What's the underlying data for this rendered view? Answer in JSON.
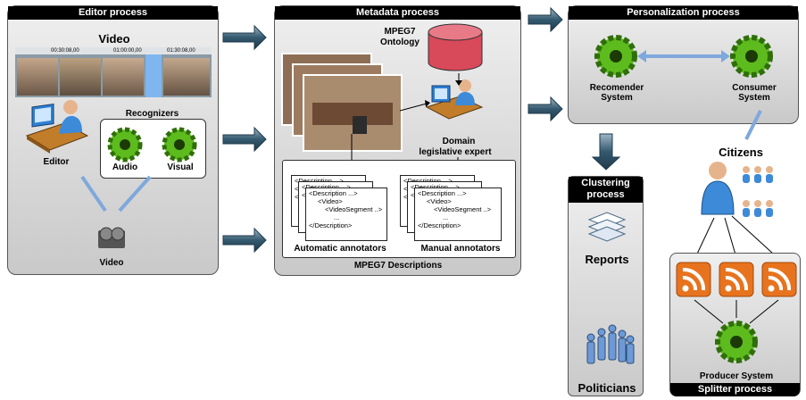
{
  "editor": {
    "title": "Editor process",
    "video_label": "Video",
    "timecodes": [
      "00:30:08,00",
      "01:00:00,00",
      "01:30:08,00"
    ],
    "recognizers": "Recognizers",
    "audio": "Audio",
    "visual": "Visual",
    "editor_label": "Editor",
    "video_bottom": "Video"
  },
  "metadata": {
    "title": "Metadata process",
    "ontology_line1": "MPEG7",
    "ontology_line2": "Ontology",
    "expert_line1": "Domain",
    "expert_line2": "legislative expert",
    "auto": "Automatic annotators",
    "manual": "Manual annotators",
    "descriptions": "MPEG7 Descriptions",
    "doc_lines": [
      "<Description ...>",
      "<Description ...>",
      "<Description ...>",
      "<Video>",
      "<VideoSegment ..>",
      "...",
      "</Description>"
    ],
    "doc_side": [
      "<D",
      "<D",
      "<"
    ]
  },
  "personalization": {
    "title": "Personalization process",
    "recommender_line1": "Recomender",
    "recommender_line2": "System",
    "consumer_line1": "Consumer",
    "consumer_line2": "System"
  },
  "clustering": {
    "title_line1": "Clustering",
    "title_line2": "process",
    "reports": "Reports",
    "politicians": "Politicians"
  },
  "citizens": "Citizens",
  "splitter": {
    "title": "Splitter process",
    "producer": "Producer System"
  },
  "colors": {
    "gear_green": "#5dbb1e",
    "rss_orange": "#e8731e",
    "arrow_blue": "#7fa8dc",
    "block_arrow": "#34596f",
    "db_red": "#d8495a"
  }
}
